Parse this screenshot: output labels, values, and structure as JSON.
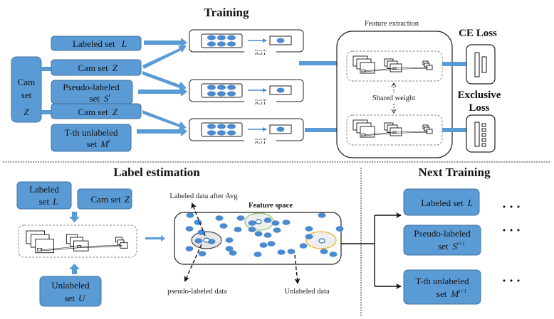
{
  "sections": {
    "training": "Training",
    "label_estimation": "Label estimation",
    "next_training": "Next Training"
  },
  "training": {
    "cam_set_big": {
      "line1": "Cam",
      "line2": "set",
      "symbol": "Z"
    },
    "inputs": [
      {
        "text": "Labeled set",
        "symbol": "L",
        "sup": ""
      },
      {
        "text": "Cam set",
        "symbol": "Z",
        "sup": ""
      },
      {
        "line1": "Pseudo-labeled",
        "text": "set",
        "symbol": "S",
        "sup": "t"
      },
      {
        "text": "Cam set",
        "symbol": "Z",
        "sup": ""
      },
      {
        "line1": "T-th unlabeled",
        "text": "set",
        "symbol": "M",
        "sup": "t"
      }
    ],
    "rst_label": "RST",
    "feature_extraction_label": "Feature extraction",
    "shared_weight_label": "Shared weight",
    "losses": {
      "ce": "CE Loss",
      "exclusive_line1": "Exclusive",
      "exclusive_line2": "Loss"
    }
  },
  "label_estimation": {
    "inputs": [
      {
        "line1": "Labeled",
        "text": "set",
        "symbol": "L"
      },
      {
        "text": "Cam set",
        "symbol": "Z"
      },
      {
        "line1": "Unlabeled",
        "text": "set",
        "symbol": "U"
      }
    ],
    "feature_space_label": "Feature space",
    "annotations": {
      "labeled_after_avg": "Labeled data after Avg",
      "pseudo_labeled": "pseudo-labeled data",
      "unlabeled": "Unlabeled data"
    },
    "cluster_colors": {
      "black": "#222222",
      "green": "#8cc26a",
      "orange": "#f0b429"
    }
  },
  "next_training": {
    "sets": [
      {
        "text": "Labeled set",
        "symbol": "L",
        "sup": ""
      },
      {
        "line1": "Pseudo-labeled",
        "text": "set",
        "symbol": "S",
        "sup": "t+1"
      },
      {
        "line1": "T-th unlabeled",
        "text": "set",
        "symbol": "M",
        "sup": "t+1"
      }
    ],
    "ellipsis": "• • •"
  },
  "colors": {
    "box_fill": "#5b9bd5",
    "box_stroke": "#41719c",
    "point": "#4a8ad0"
  }
}
